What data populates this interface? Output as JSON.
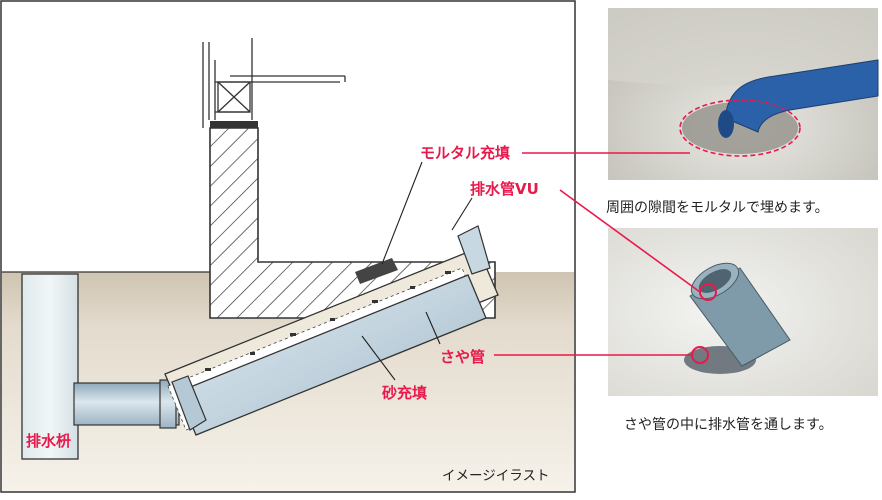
{
  "diagram": {
    "labels": {
      "mortar_fill": "モルタル充填",
      "drain_pipe": "排水管VU",
      "sleeve_pipe": "さや管",
      "sand_fill": "砂充填",
      "drain_basin": "排水枡",
      "image_note": "イメージイラスト"
    }
  },
  "photos": {
    "top_caption": "周囲の隙間をモルタルで埋めます。",
    "bottom_caption": "さや管の中に排水管を通します。"
  },
  "colors": {
    "accent": "#e8194b",
    "pipe": "#b8cdd9",
    "soil": "#dcd2c2"
  }
}
